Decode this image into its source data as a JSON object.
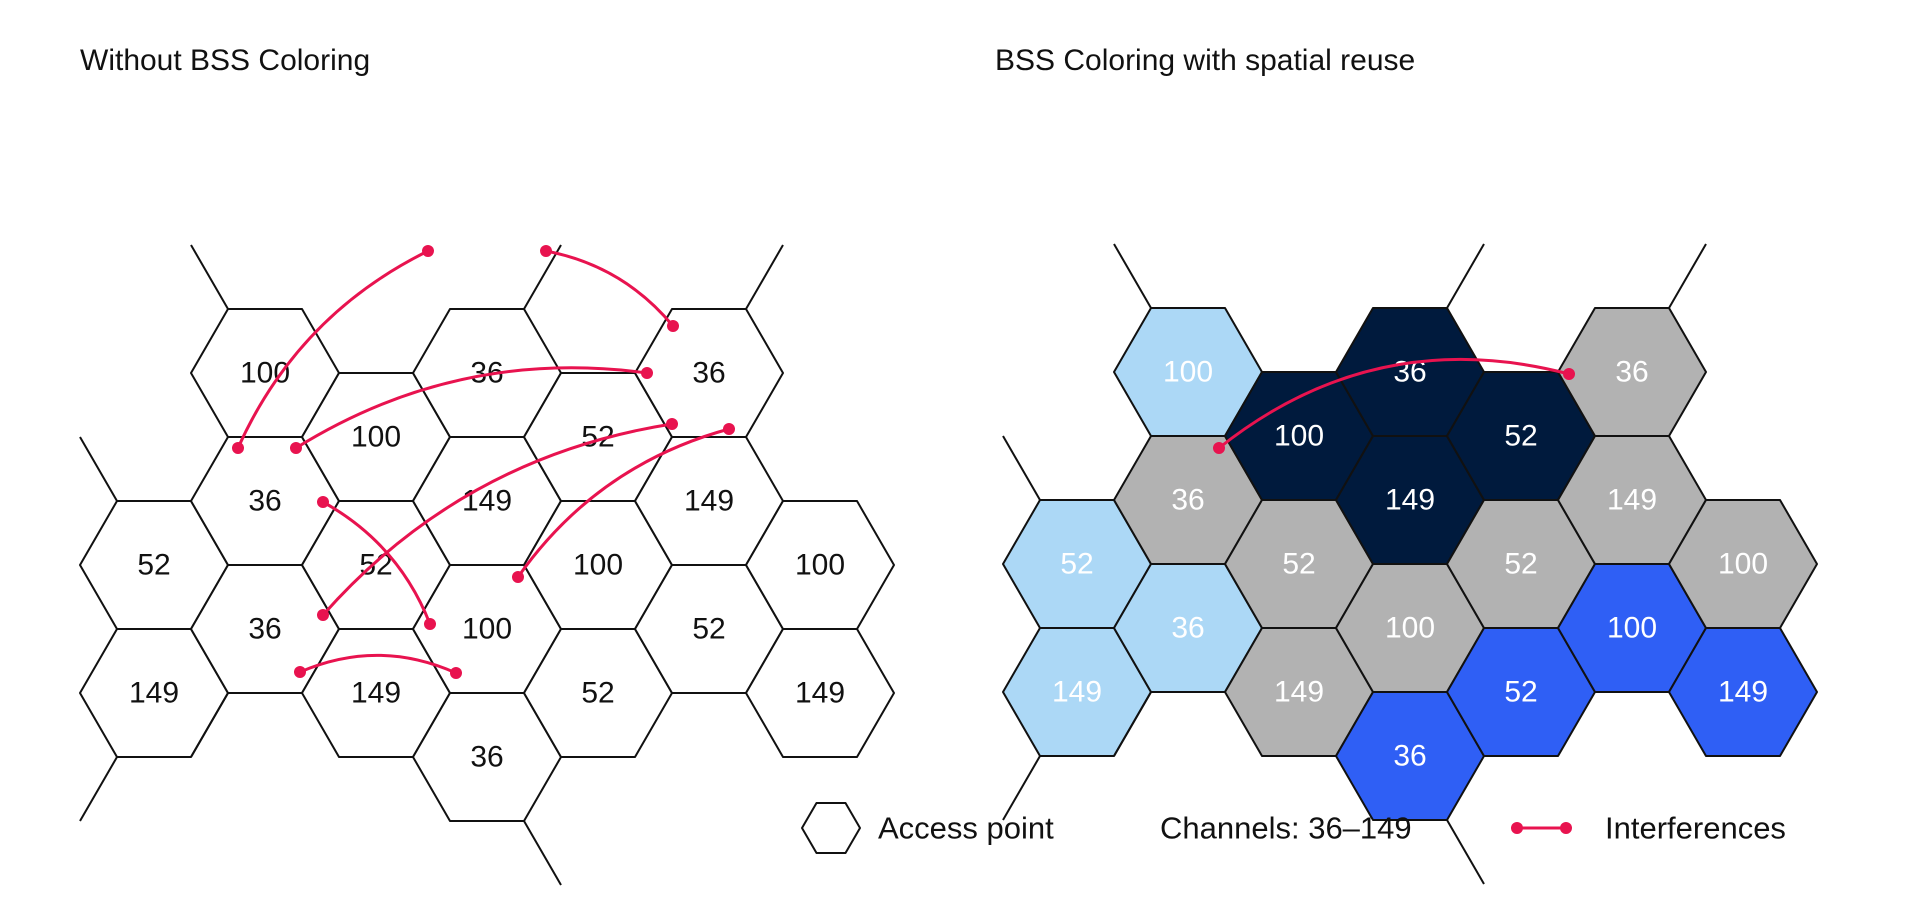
{
  "colors": {
    "interference": "#e8134f",
    "outline": "#111111",
    "light_blue": "#acd8f6",
    "navy": "#001a3d",
    "gray": "#b2b2b2",
    "blue": "#2f5ff5",
    "white": "#ffffff"
  },
  "left_panel": {
    "title": "Without BSS Coloring",
    "cells": [
      {
        "col": 0,
        "row": 1,
        "channel": "52"
      },
      {
        "col": 0,
        "row": 2,
        "channel": "149"
      },
      {
        "col": 1,
        "row": 0,
        "channel": "100"
      },
      {
        "col": 1,
        "row": 1,
        "channel": "36"
      },
      {
        "col": 1,
        "row": 2,
        "channel": "36"
      },
      {
        "col": 2,
        "row": 0,
        "channel": "100"
      },
      {
        "col": 2,
        "row": 1,
        "channel": "52"
      },
      {
        "col": 2,
        "row": 2,
        "channel": "149"
      },
      {
        "col": 3,
        "row": 0,
        "channel": "36"
      },
      {
        "col": 3,
        "row": 1,
        "channel": "149"
      },
      {
        "col": 3,
        "row": 2,
        "channel": "100"
      },
      {
        "col": 3,
        "row": 3,
        "channel": "36"
      },
      {
        "col": 4,
        "row": 0,
        "channel": "52"
      },
      {
        "col": 4,
        "row": 1,
        "channel": "100"
      },
      {
        "col": 4,
        "row": 2,
        "channel": "52"
      },
      {
        "col": 5,
        "row": 0,
        "channel": "36"
      },
      {
        "col": 5,
        "row": 1,
        "channel": "149"
      },
      {
        "col": 5,
        "row": 2,
        "channel": "52"
      },
      {
        "col": 6,
        "row": 1,
        "channel": "100"
      },
      {
        "col": 6,
        "row": 2,
        "channel": "149"
      }
    ],
    "interferences": [
      {
        "from": [
          238,
          448
        ],
        "to": [
          428,
          251
        ],
        "bend": 0.18
      },
      {
        "from": [
          546,
          251
        ],
        "to": [
          673,
          326
        ],
        "bend": 0.18
      },
      {
        "from": [
          296,
          448
        ],
        "to": [
          647,
          373
        ],
        "bend": 0.18
      },
      {
        "from": [
          323,
          615
        ],
        "to": [
          672,
          424
        ],
        "bend": 0.18
      },
      {
        "from": [
          518,
          577
        ],
        "to": [
          729,
          429
        ],
        "bend": 0.18
      },
      {
        "from": [
          323,
          502
        ],
        "to": [
          430,
          624
        ],
        "bend": 0.18
      },
      {
        "from": [
          300,
          672
        ],
        "to": [
          456,
          673
        ],
        "bend": 0.22
      }
    ]
  },
  "right_panel": {
    "title": "BSS Coloring with spatial reuse",
    "cells": [
      {
        "col": 0,
        "row": 1,
        "channel": "52",
        "fill": "light_blue"
      },
      {
        "col": 0,
        "row": 2,
        "channel": "149",
        "fill": "light_blue"
      },
      {
        "col": 1,
        "row": 0,
        "channel": "100",
        "fill": "light_blue"
      },
      {
        "col": 1,
        "row": 1,
        "channel": "36",
        "fill": "gray"
      },
      {
        "col": 1,
        "row": 2,
        "channel": "36",
        "fill": "light_blue"
      },
      {
        "col": 2,
        "row": 0,
        "channel": "100",
        "fill": "navy"
      },
      {
        "col": 2,
        "row": 1,
        "channel": "52",
        "fill": "gray"
      },
      {
        "col": 2,
        "row": 2,
        "channel": "149",
        "fill": "gray"
      },
      {
        "col": 3,
        "row": 0,
        "channel": "36",
        "fill": "navy"
      },
      {
        "col": 3,
        "row": 1,
        "channel": "149",
        "fill": "navy"
      },
      {
        "col": 3,
        "row": 2,
        "channel": "100",
        "fill": "gray"
      },
      {
        "col": 3,
        "row": 3,
        "channel": "36",
        "fill": "blue"
      },
      {
        "col": 4,
        "row": 0,
        "channel": "52",
        "fill": "navy"
      },
      {
        "col": 4,
        "row": 1,
        "channel": "52",
        "fill": "gray"
      },
      {
        "col": 4,
        "row": 2,
        "channel": "52",
        "fill": "blue"
      },
      {
        "col": 5,
        "row": 0,
        "channel": "36",
        "fill": "gray"
      },
      {
        "col": 5,
        "row": 1,
        "channel": "149",
        "fill": "gray"
      },
      {
        "col": 5,
        "row": 2,
        "channel": "100",
        "fill": "blue"
      },
      {
        "col": 6,
        "row": 1,
        "channel": "100",
        "fill": "gray"
      },
      {
        "col": 6,
        "row": 2,
        "channel": "149",
        "fill": "blue"
      }
    ],
    "interferences": [
      {
        "from": [
          1219,
          448
        ],
        "to": [
          1569,
          374
        ],
        "bend": 0.25
      }
    ]
  },
  "legend": {
    "access_point_label": "Access point",
    "channels_label": "Channels: 36–149",
    "interferences_label": "Interferences"
  }
}
